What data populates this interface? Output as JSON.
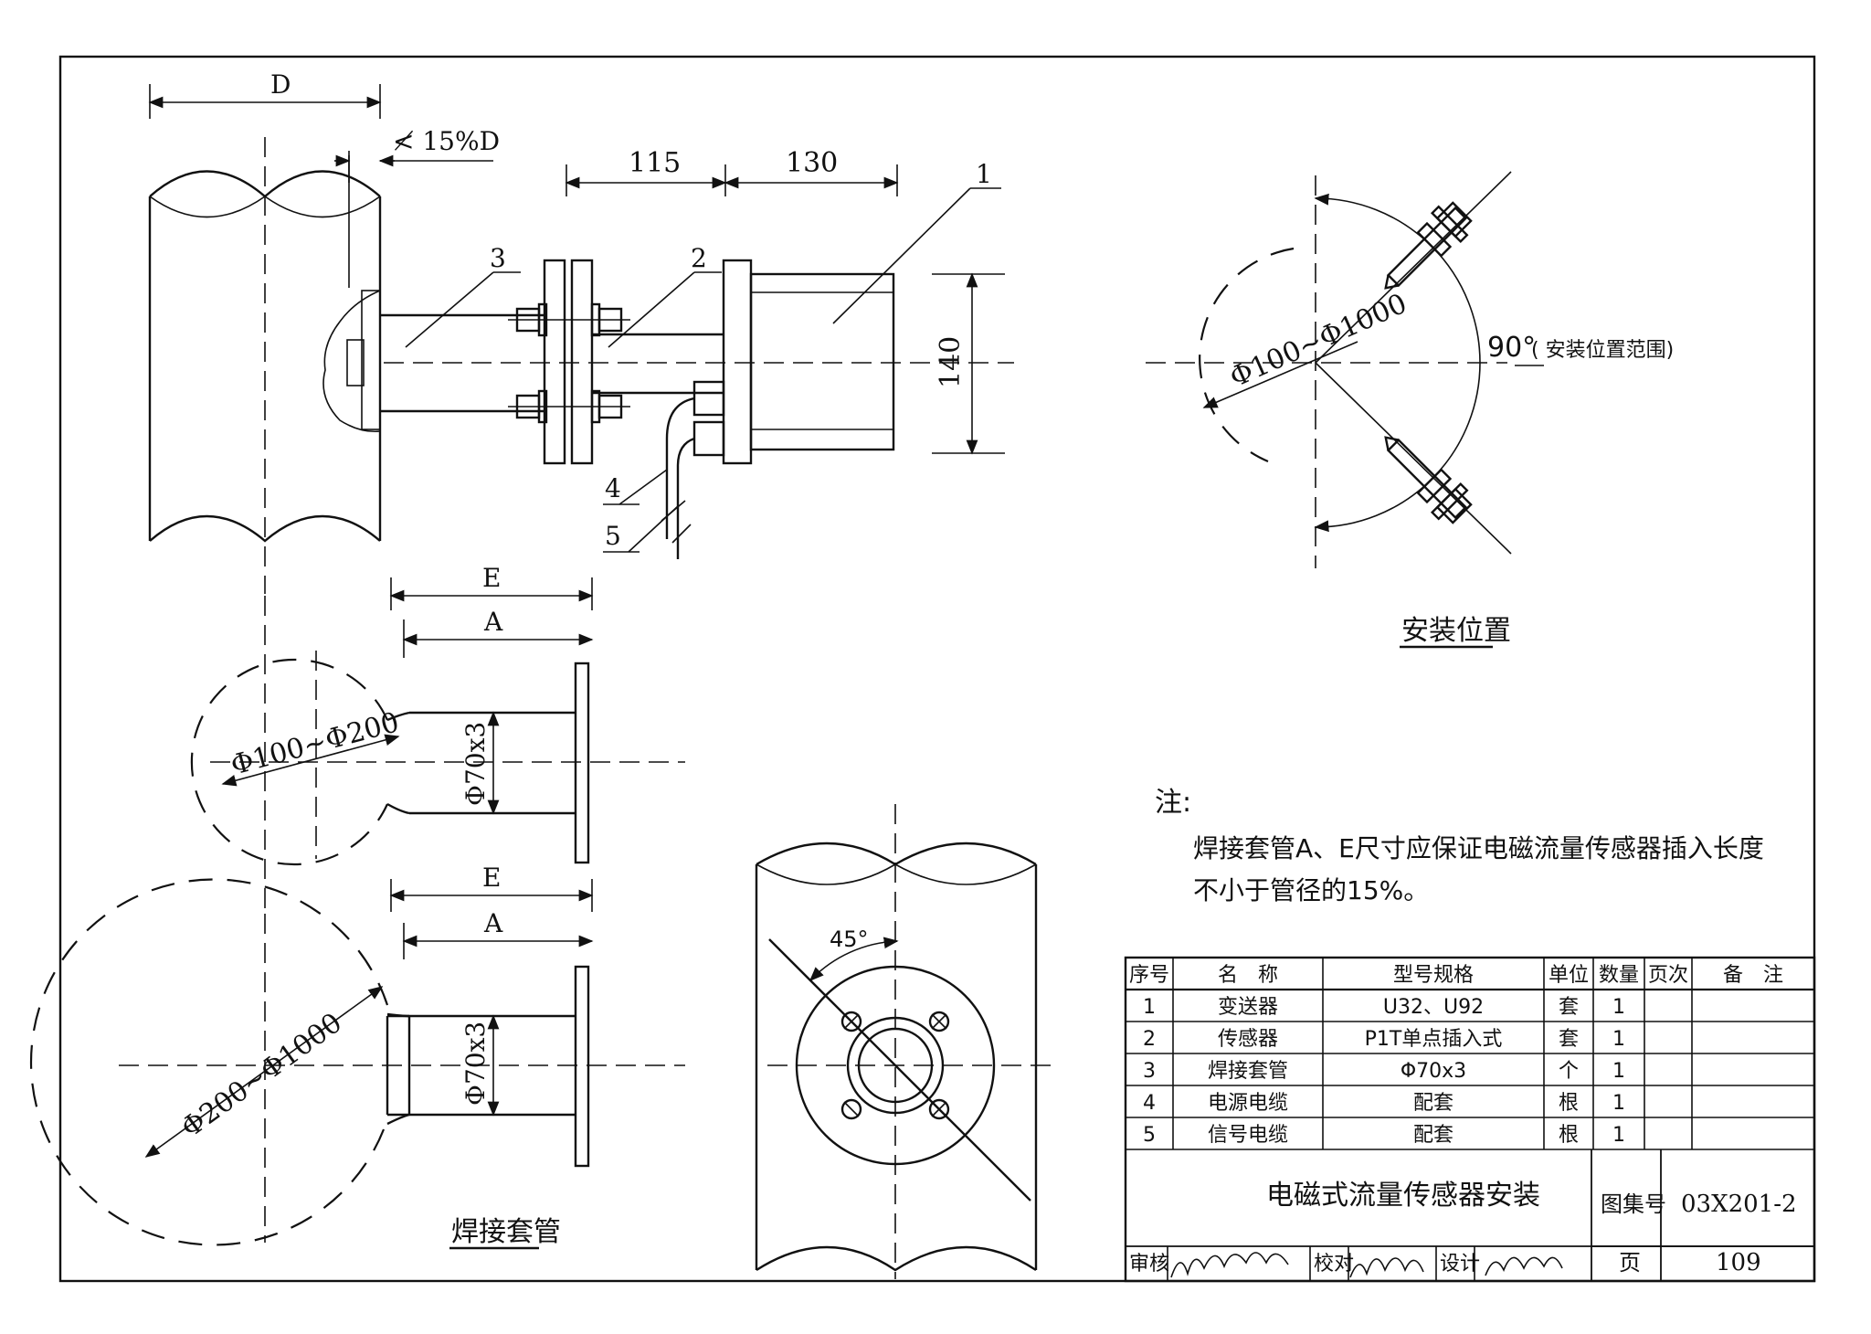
{
  "dimensions": {
    "d_label": "D",
    "insertion_label": "≮ 15%D",
    "len_115": "115",
    "len_130": "130",
    "height_140": "140",
    "e_label": "E",
    "a_label": "A",
    "pipe_small_range": "Φ100~Φ200",
    "pipe_large_range": "Φ200~Φ1000",
    "sleeve_spec": "Φ70x3",
    "pipe_range_position": "Φ100~Φ1000",
    "angle_45": "45°",
    "angle_90": "90°",
    "angle_90_note": "( 安装位置范围)"
  },
  "callouts": [
    "1",
    "2",
    "3",
    "4",
    "5"
  ],
  "captions": {
    "install_position": "安装位置",
    "weld_sleeve": "焊接套管"
  },
  "notes": {
    "heading": "注:",
    "line1": "焊接套管A、E尺寸应保证电磁流量传感器插入长度",
    "line2": "不小于管径的15%。"
  },
  "parts_table": {
    "headers": [
      "序号",
      "名　称",
      "型号规格",
      "单位",
      "数量",
      "页次",
      "备　注"
    ],
    "rows": [
      [
        "1",
        "变送器",
        "U32、U92",
        "套",
        "1",
        "",
        ""
      ],
      [
        "2",
        "传感器",
        "P1T单点插入式",
        "套",
        "1",
        "",
        ""
      ],
      [
        "3",
        "焊接套管",
        "Φ70x3",
        "个",
        "1",
        "",
        ""
      ],
      [
        "4",
        "电源电缆",
        "配套",
        "根",
        "1",
        "",
        ""
      ],
      [
        "5",
        "信号电缆",
        "配套",
        "根",
        "1",
        "",
        ""
      ]
    ]
  },
  "title_block": {
    "title": "电磁式流量传感器安装",
    "atlas_label": "图集号",
    "atlas_no": "03X201-2",
    "review_label": "审核",
    "check_label": "校对",
    "design_label": "设计",
    "page_label": "页",
    "page_no": "109"
  }
}
